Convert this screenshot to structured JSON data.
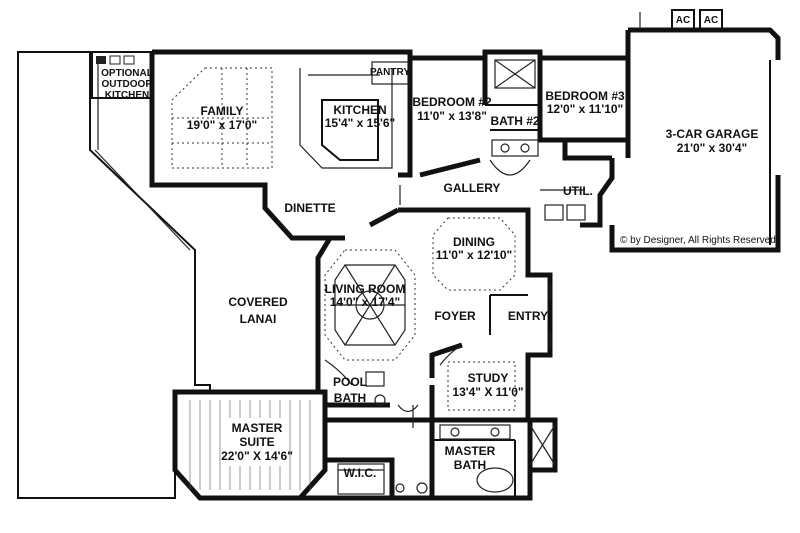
{
  "rooms": {
    "family": {
      "name": "FAMILY",
      "dims": "19'0\" x 17'0\""
    },
    "kitchen": {
      "name": "KITCHEN",
      "dims": "15'4\" x 15'6\""
    },
    "pantry": {
      "name": "PANTRY"
    },
    "bedroom2": {
      "name": "BEDROOM #2",
      "dims": "11'0\" x 13'8\""
    },
    "bath2": {
      "name": "BATH #2"
    },
    "bedroom3": {
      "name": "BEDROOM #3",
      "dims": "12'0\" x 11'10\""
    },
    "garage": {
      "name": "3-CAR GARAGE",
      "dims": "21'0\" x 30'4\""
    },
    "gallery": {
      "name": "GALLERY"
    },
    "util": {
      "name": "UTIL."
    },
    "dinette": {
      "name": "DINETTE"
    },
    "dining": {
      "name": "DINING",
      "dims": "11'0\" x 12'10\""
    },
    "living": {
      "name": "LIVING ROOM",
      "dims": "14'0\" x 17'4\""
    },
    "lanai": {
      "line1": "COVERED",
      "line2": "LANAI"
    },
    "foyer": {
      "name": "FOYER"
    },
    "entry": {
      "name": "ENTRY"
    },
    "study": {
      "name": "STUDY",
      "dims": "13'4\" X 11'0\""
    },
    "poolbath": {
      "line1": "POOL",
      "line2": "BATH"
    },
    "master_suite": {
      "line1": "MASTER",
      "line2": "SUITE",
      "dims": "22'0\" X 14'6\""
    },
    "wic": {
      "name": "W.I.C."
    },
    "master_bath": {
      "line1": "MASTER",
      "line2": "BATH"
    },
    "outdoor_kitchen": {
      "line1": "OPTIONAL",
      "line2": "OUTDOOR",
      "line3": "KITCHEN"
    }
  },
  "labels": {
    "ac_left": "AC",
    "ac_right": "AC",
    "copyright": "© by Designer, All Rights Reserved"
  }
}
